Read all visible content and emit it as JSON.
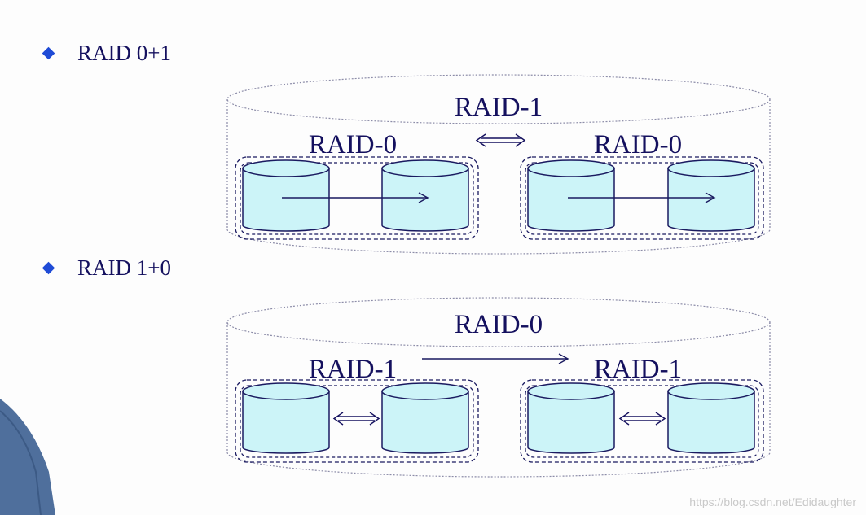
{
  "sections": [
    {
      "heading": "RAID 0+1",
      "outer_label": "RAID-1",
      "left_group_label": "RAID-0",
      "right_group_label": "RAID-0"
    },
    {
      "heading": "RAID 1+0",
      "outer_label": "RAID-0",
      "left_group_label": "RAID-1",
      "right_group_label": "RAID-1"
    }
  ],
  "watermark": "https://blog.csdn.net/Edidaughter",
  "colors": {
    "text": "#14105e",
    "bullet": "#1f4bd6",
    "disk_fill": "#ccf4f8",
    "disk_stroke": "#1a1a60",
    "outline": "#8c8ca8"
  }
}
